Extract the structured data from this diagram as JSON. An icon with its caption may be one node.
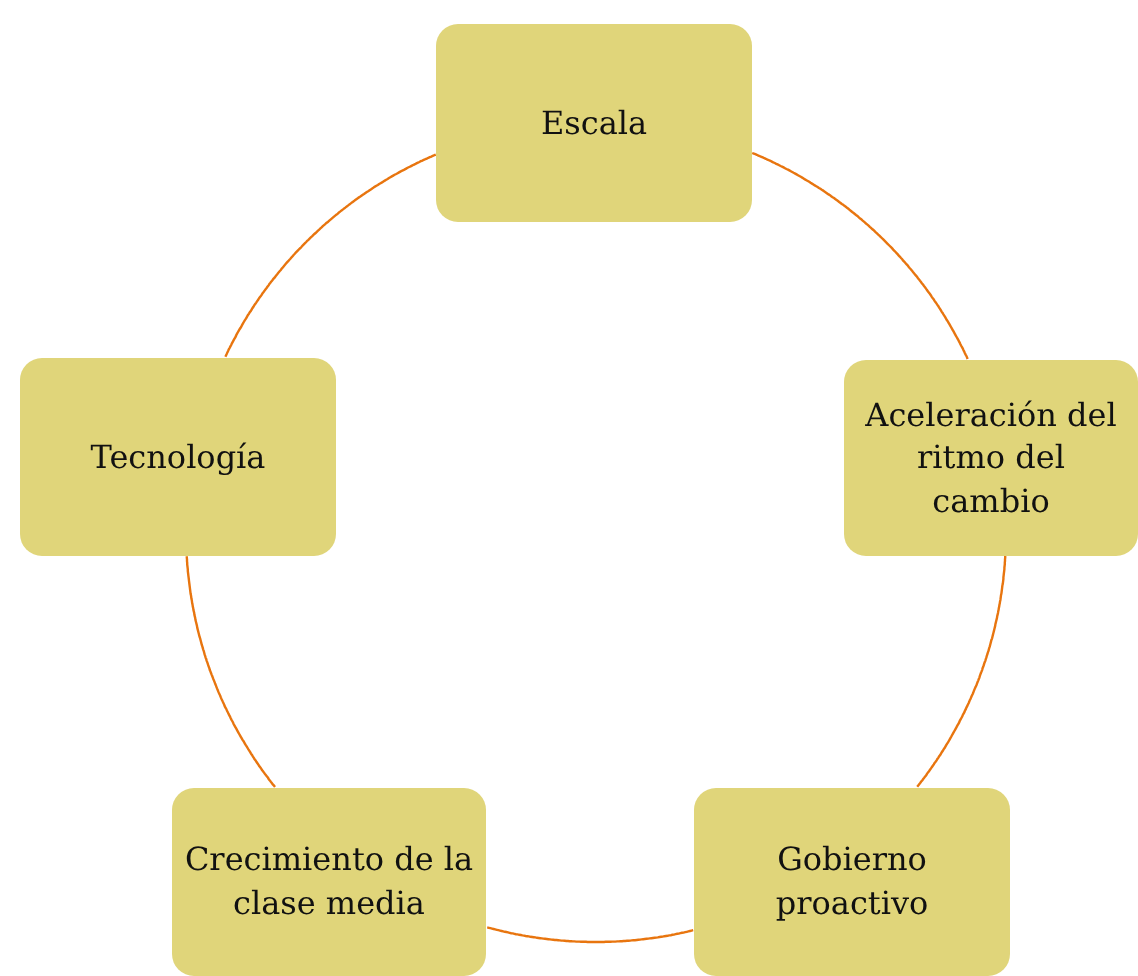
{
  "diagram": {
    "nodes": [
      {
        "text": [
          "Escala"
        ]
      },
      {
        "text": [
          "Aceleración del ritmo del cambio"
        ]
      },
      {
        "text": [
          "Gobierno proactivo"
        ]
      },
      {
        "text": [
          "Crecimiento de la clase media"
        ]
      },
      {
        "text": [
          "Tecnología"
        ]
      }
    ],
    "edges": [
      {
        "from": 0,
        "to": 1,
        "arrow": "none"
      },
      {
        "from": 1,
        "to": 2,
        "arrow": "none"
      },
      {
        "from": 2,
        "to": 3,
        "arrow": "none"
      },
      {
        "from": 3,
        "to": 4,
        "arrow": "none"
      },
      {
        "from": 4,
        "to": 0,
        "arrow": "none"
      }
    ]
  }
}
